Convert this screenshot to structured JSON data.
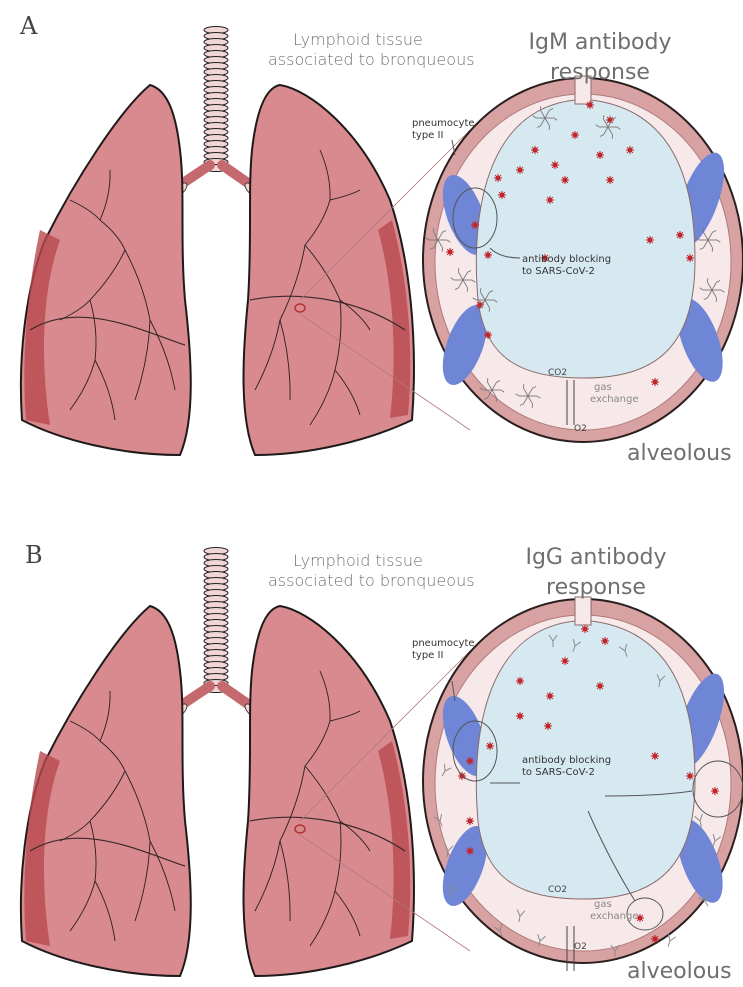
{
  "panels": [
    {
      "letter": "A",
      "tissue_line1": "Lymphoid tissue",
      "tissue_line2": "associated to bronqueous",
      "title_line1": "IgM antibody",
      "title_line2": "response",
      "pneumocyte_line1": "pneumocyte",
      "pneumocyte_line2": "type II",
      "blocking_line1": "antibody blocking",
      "blocking_line2": "to SARS-CoV-2",
      "co2": "CO2",
      "o2": "O2",
      "gas_line1": "gas",
      "gas_line2": "exchange",
      "alveolous": "alveolous"
    },
    {
      "letter": "B",
      "tissue_line1": "Lymphoid tissue",
      "tissue_line2": "associated to bronqueous",
      "title_line1": "IgG antibody",
      "title_line2": "response",
      "pneumocyte_line1": "pneumocyte",
      "pneumocyte_line2": "type II",
      "blocking_line1": "antibody blocking",
      "blocking_line2": "to SARS-CoV-2",
      "co2": "CO2",
      "o2": "O2",
      "gas_line1": "gas",
      "gas_line2": "exchange",
      "alveolous": "alveolous"
    }
  ],
  "colors": {
    "lung_fill": "#d98a8f",
    "lung_edge": "#b8484f",
    "lung_outline": "#1f1a1a",
    "alveolus_wall": "#d9a2a2",
    "alveolus_inner": "#f7e9ea",
    "air_space": "#d6e9f1",
    "pneumocyte": "#6f86d6",
    "virus": "#c0262b"
  },
  "icons": {
    "virus": "virus-icon",
    "dendritic_cell": "dendritic-cell-icon",
    "antibody_igm": "igm-antibody-icon",
    "antibody_igg": "igg-antibody-icon"
  }
}
